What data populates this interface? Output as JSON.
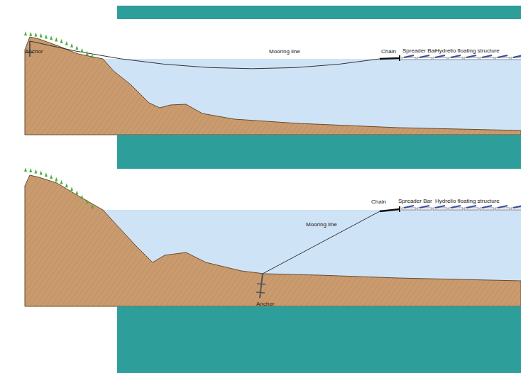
{
  "diagram": {
    "labels": [
      "Anchor",
      "Mooring line",
      "Chain",
      "Spreader Bar",
      "Hydrelio floating structure",
      "Chain",
      "Spreader Bar",
      "Hydrelio floating structure",
      "Mooring line",
      "Anchor"
    ]
  }
}
